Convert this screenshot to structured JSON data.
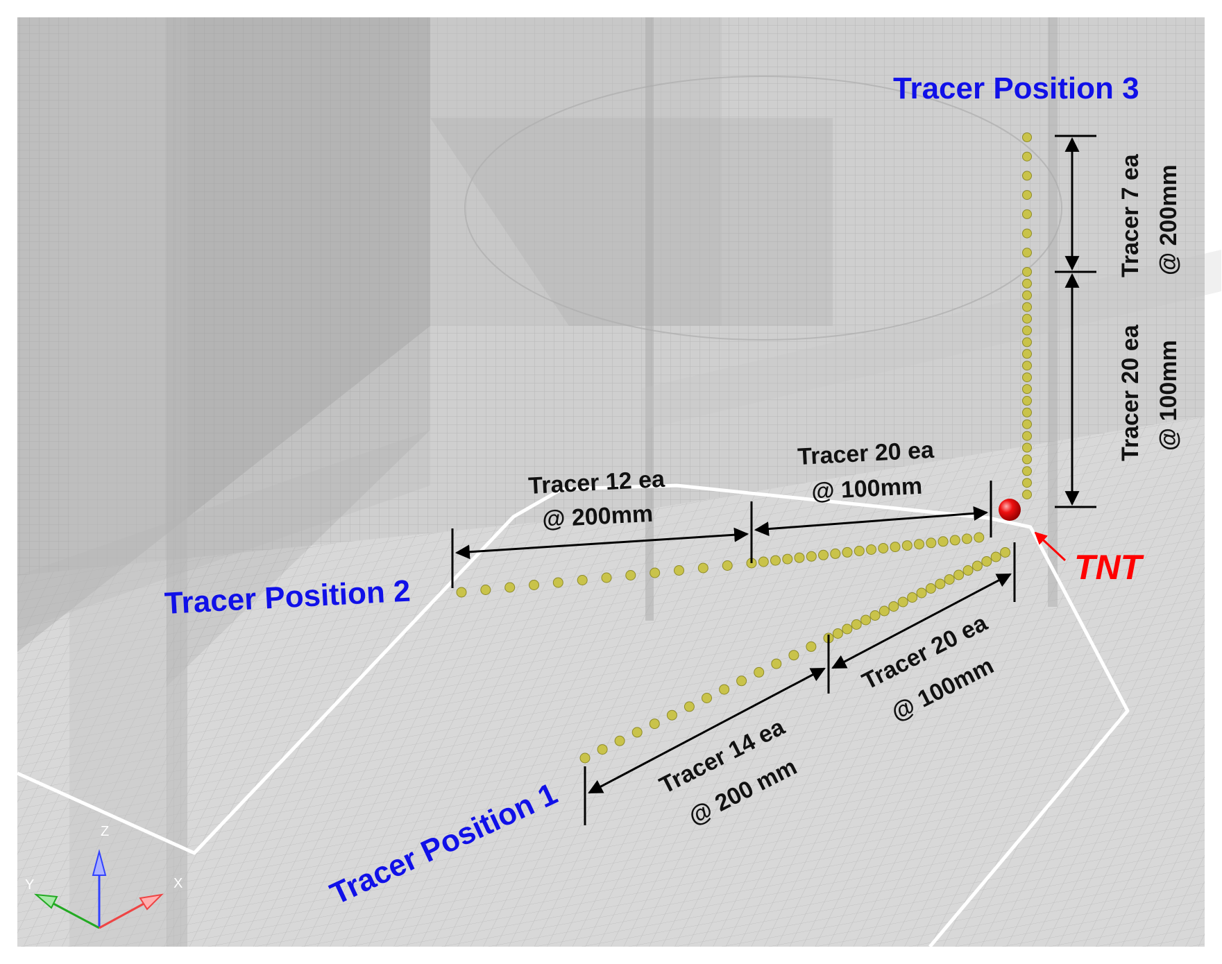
{
  "labels": {
    "position_1": "Tracer Position 1",
    "position_2": "Tracer Position 2",
    "position_3": "Tracer Position 3",
    "tnt": "TNT",
    "p1_far_line1": "Tracer 14 ea",
    "p1_far_line2": "@ 200 mm",
    "p1_near_line1": "Tracer 20 ea",
    "p1_near_line2": "@ 100mm",
    "p2_far_line1": "Tracer 12 ea",
    "p2_far_line2": "@ 200mm",
    "p2_near_line1": "Tracer 20 ea",
    "p2_near_line2": "@ 100mm",
    "p3_far_line1": "Tracer 7 ea",
    "p3_far_line2": "@ 200mm",
    "p3_near_line1": "Tracer 20 ea",
    "p3_near_line2": "@ 100mm"
  },
  "axes": {
    "z": "Z",
    "y": "Y",
    "x": "X"
  },
  "tracer_groups": [
    {
      "position": "Tracer Position 1",
      "near_count": 20,
      "near_spacing_mm": 100,
      "far_count": 14,
      "far_spacing_mm": 200
    },
    {
      "position": "Tracer Position 2",
      "near_count": 20,
      "near_spacing_mm": 100,
      "far_count": 12,
      "far_spacing_mm": 200
    },
    {
      "position": "Tracer Position 3",
      "near_count": 20,
      "near_spacing_mm": 100,
      "far_count": 7,
      "far_spacing_mm": 200
    }
  ],
  "colors": {
    "label_blue": "#1010e8",
    "tnt_red": "#ff0000",
    "tracer_yellow": "#c9c34a",
    "outline_white": "#ffffff",
    "mesh_gray": "#cfcfcf"
  }
}
